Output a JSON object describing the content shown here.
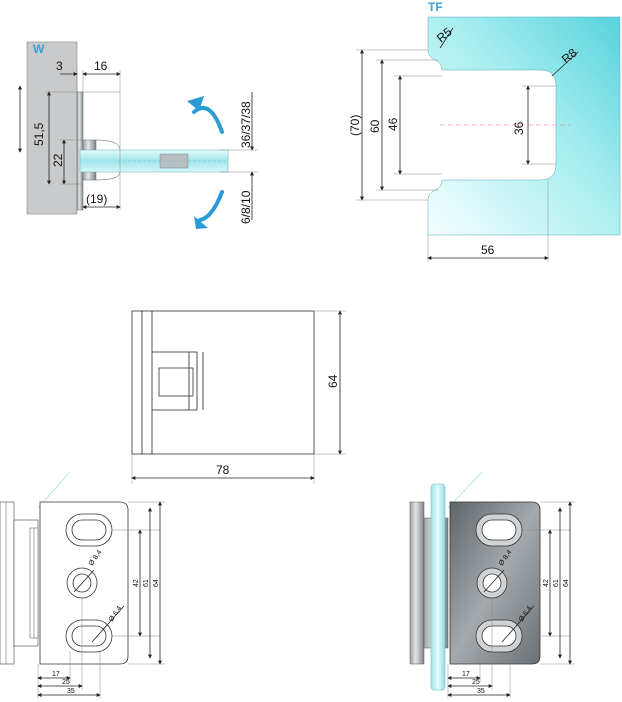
{
  "labels": {
    "view_w_tag": "W",
    "view_tf_tag": "TF"
  },
  "top_left": {
    "d_3": "3",
    "d_16": "16",
    "d_51_5": "51,5",
    "d_22": "22",
    "d_19": "(19)",
    "d_36_37_38": "36/37/38",
    "d_6_8_10": "6/8/10"
  },
  "top_right": {
    "d_r5": "R5",
    "d_r8": "R8",
    "d_70": "(70)",
    "d_60": "60",
    "d_46": "46",
    "d_36": "36",
    "d_56": "56"
  },
  "middle": {
    "d_64": "64",
    "d_78": "78"
  },
  "bottom_left": {
    "d_phi_84": "Ø 8,4",
    "d_phi_64": "Ø 6,4",
    "d_42": "42",
    "d_61": "61",
    "d_64": "64",
    "d_17": "17",
    "d_25": "25",
    "d_35": "35"
  },
  "bottom_right": {
    "d_phi_84": "Ø 8,4",
    "d_phi_64": "Ø 6,4",
    "d_42": "42",
    "d_61": "61",
    "d_64": "64",
    "d_17": "17",
    "d_25": "25",
    "d_35": "35"
  },
  "colors": {
    "glass_light": "#e8fbfb",
    "glass_cyan": "#5fd6df",
    "wall_grey": "#c9cacb",
    "arrow_blue": "#2b9bd6",
    "metal_dark": "#6f7478"
  }
}
